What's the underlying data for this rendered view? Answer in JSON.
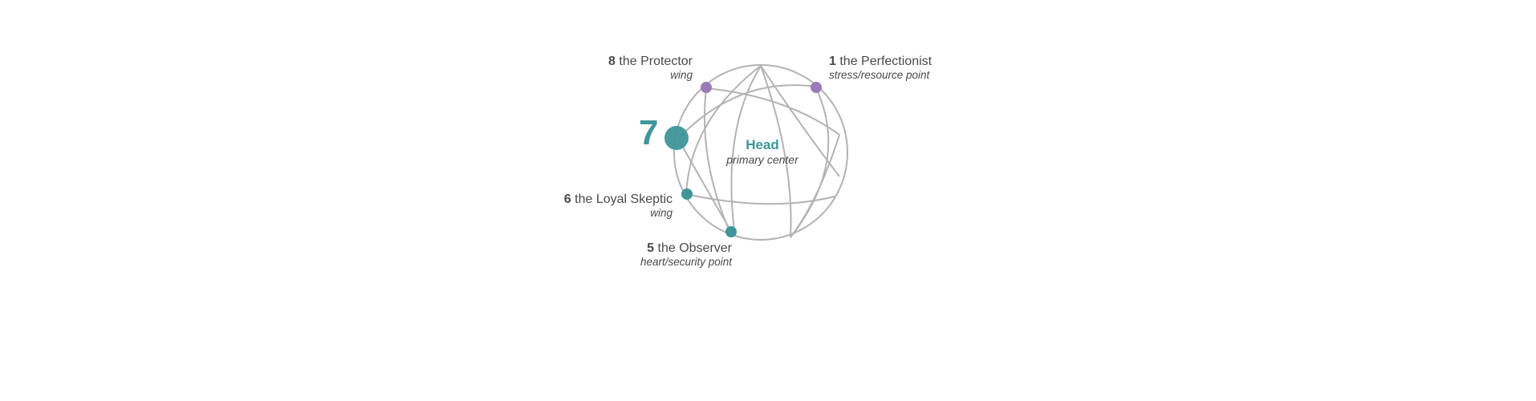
{
  "center": {
    "title": "Head",
    "subtitle": "primary center"
  },
  "primary_type": {
    "number": "7"
  },
  "points": [
    {
      "number": "8",
      "name": "the Protector",
      "role": "wing",
      "color": "#9b7bb5"
    },
    {
      "number": "1",
      "name": "the Perfectionist",
      "role": "stress/resource point",
      "color": "#9b7bb5"
    },
    {
      "number": "6",
      "name": "the Loyal Skeptic",
      "role": "wing",
      "color": "#3f9599"
    },
    {
      "number": "5",
      "name": "the Observer",
      "role": "heart/security point",
      "color": "#3f9599"
    }
  ],
  "colors": {
    "teal": "#3f9599",
    "purple": "#9b7bb5",
    "line": "#b3b3b3"
  }
}
